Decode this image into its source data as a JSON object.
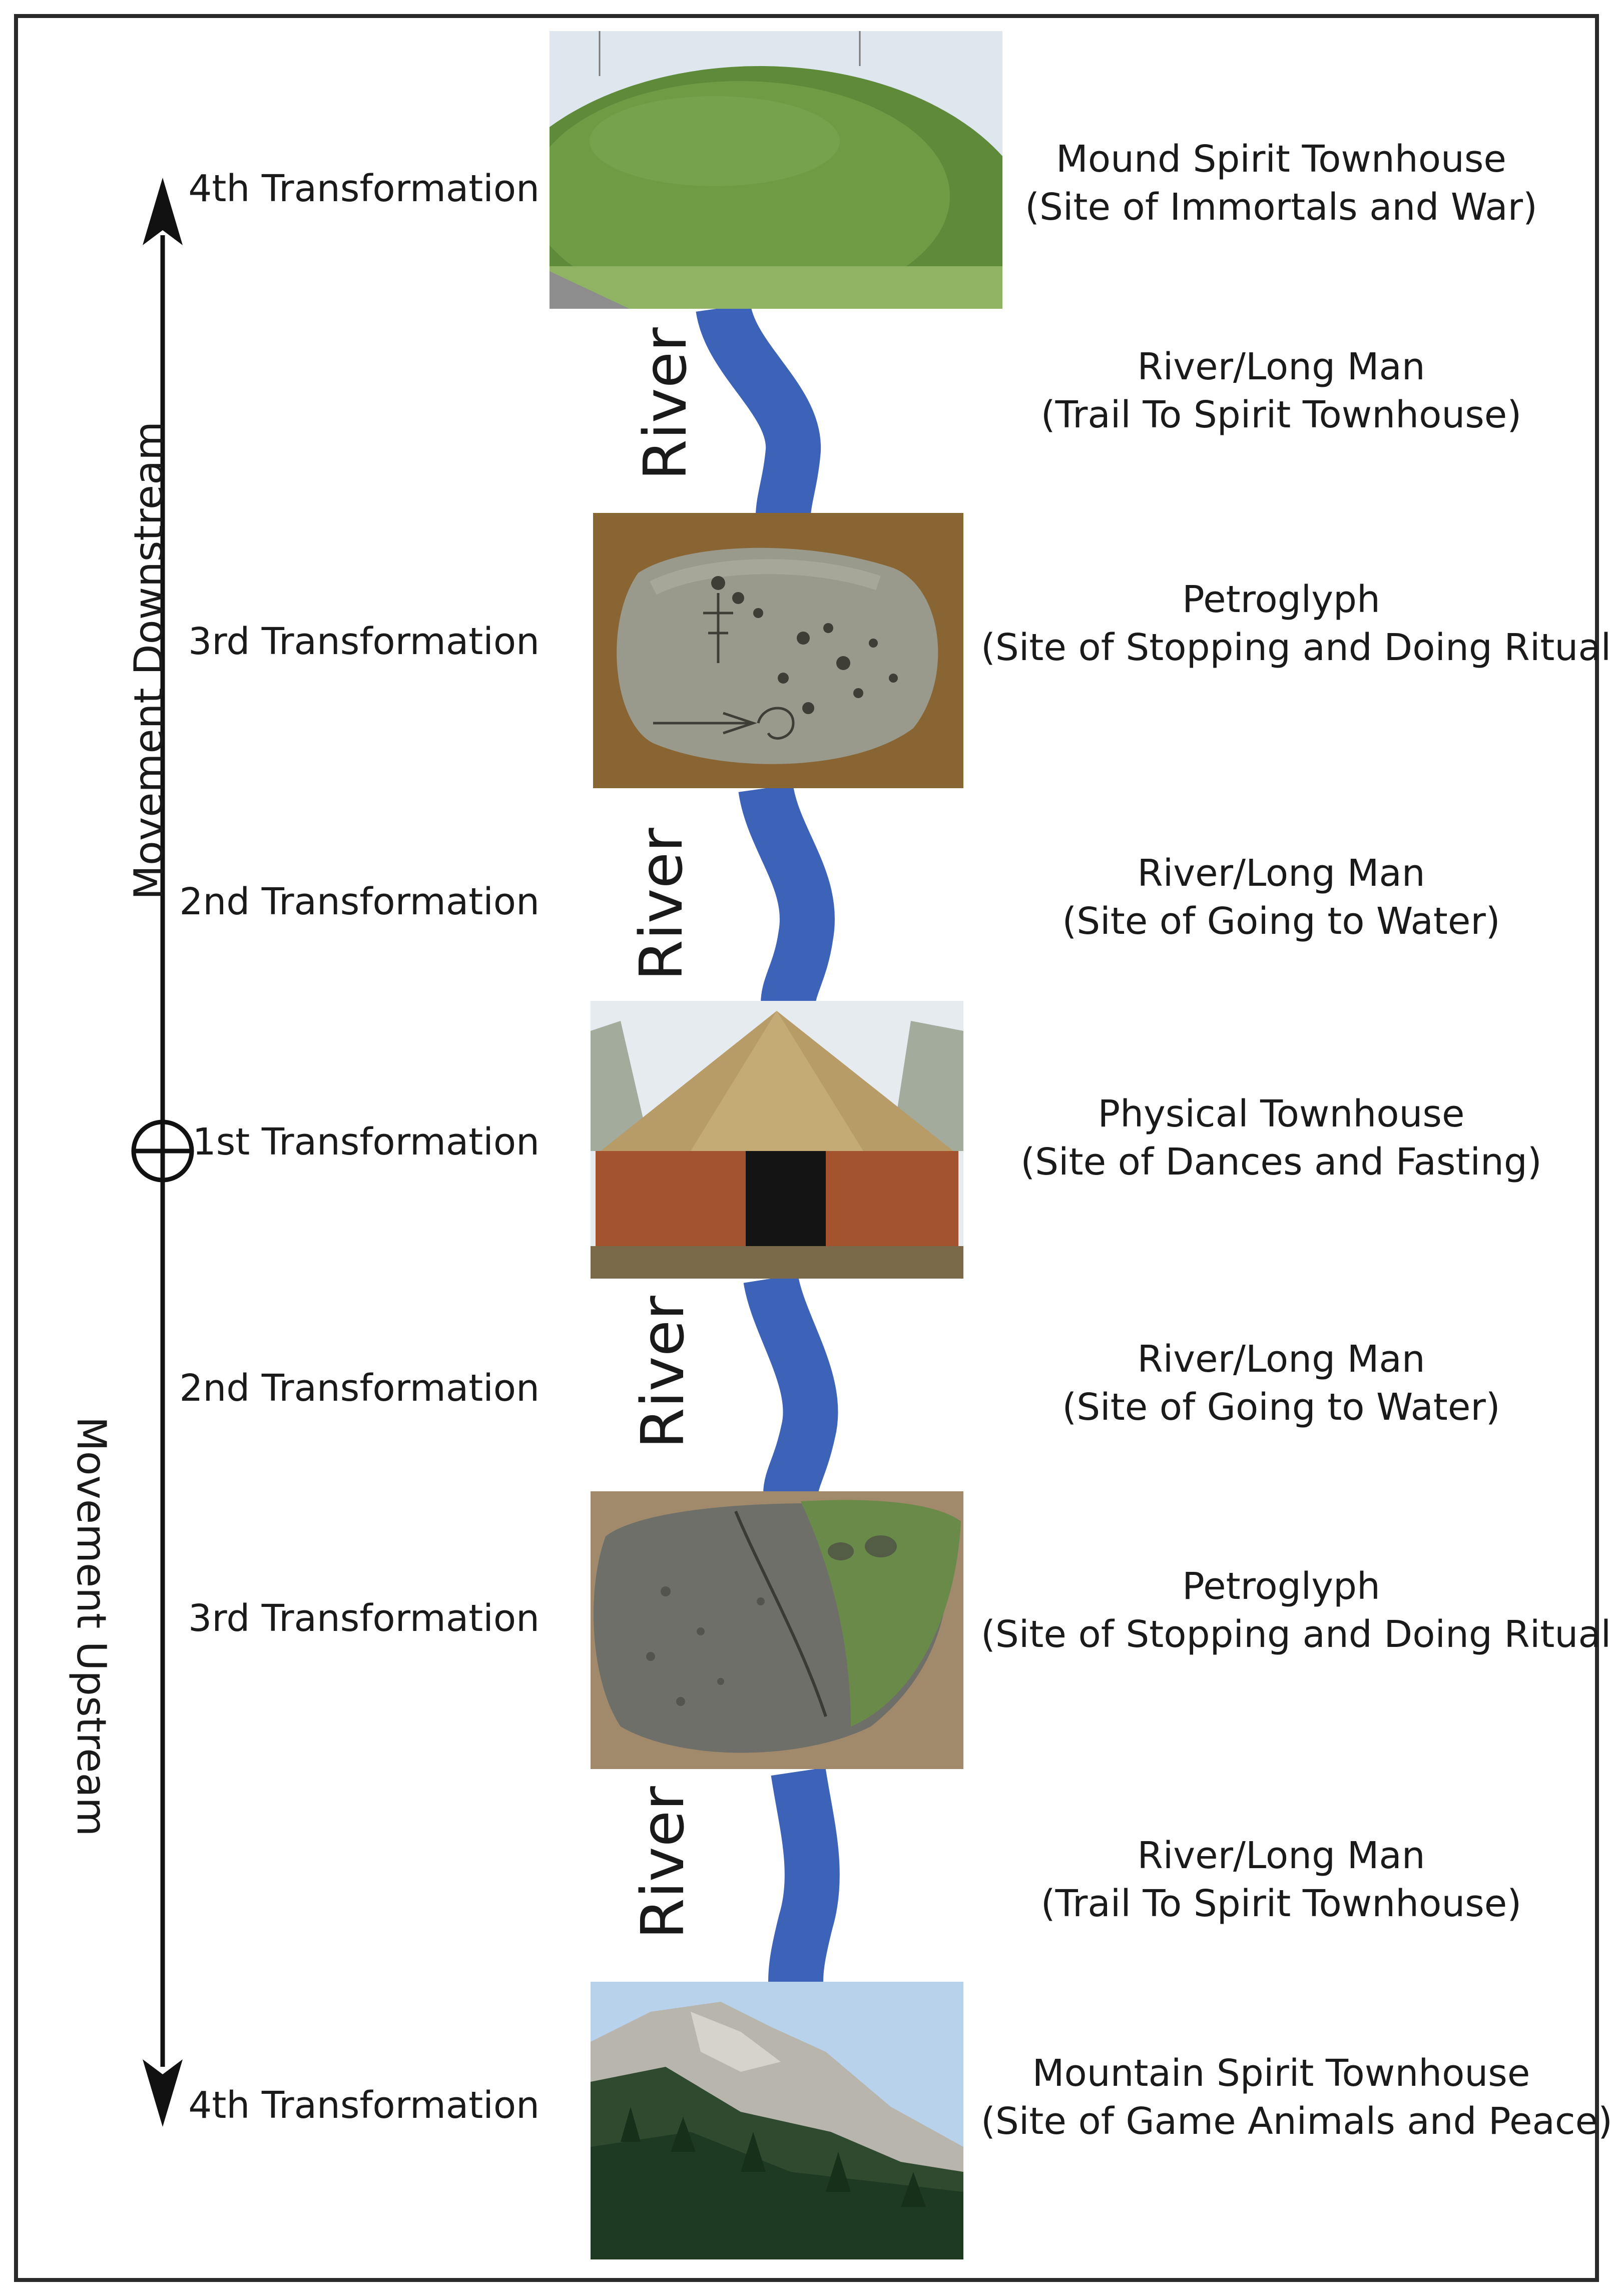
{
  "axis": {
    "downstream_label": "Movement Downstream",
    "upstream_label": "Movement Upstream"
  },
  "river_label": "River",
  "colors": {
    "river": "#3d63b8",
    "frame": "#2a2a2a"
  },
  "levels": [
    {
      "left": "4th Transformation",
      "right_title": "Mound Spirit Townhouse",
      "right_sub": "(Site of Immortals and War)",
      "photo": "grass-mound"
    },
    {
      "left": "",
      "right_title": "River/Long Man",
      "right_sub": "(Trail To Spirit Townhouse)",
      "photo": "river"
    },
    {
      "left": "3rd Transformation",
      "right_title": "Petroglyph",
      "right_sub": "(Site of Stopping and Doing Ritual)",
      "photo": "petroglyph-rock"
    },
    {
      "left": "2nd Transformation",
      "right_title": "River/Long Man",
      "right_sub": "(Site of Going to Water)",
      "photo": "river"
    },
    {
      "left": "1st Transformation",
      "right_title": "Physical Townhouse",
      "right_sub": "(Site of Dances and Fasting)",
      "photo": "thatched-townhouse"
    },
    {
      "left": "2nd Transformation",
      "right_title": "River/Long Man",
      "right_sub": "(Site of Going to Water)",
      "photo": "river"
    },
    {
      "left": "3rd Transformation",
      "right_title": "Petroglyph",
      "right_sub": "(Site of Stopping and Doing Ritual)",
      "photo": "carved-boulder"
    },
    {
      "left": "",
      "right_title": "River/Long Man",
      "right_sub": "(Trail To Spirit Townhouse)",
      "photo": "river"
    },
    {
      "left": "4th Transformation",
      "right_title": "Mountain Spirit Townhouse",
      "right_sub": "(Site of Game Animals and Peace)",
      "photo": "forested-mountain"
    }
  ]
}
